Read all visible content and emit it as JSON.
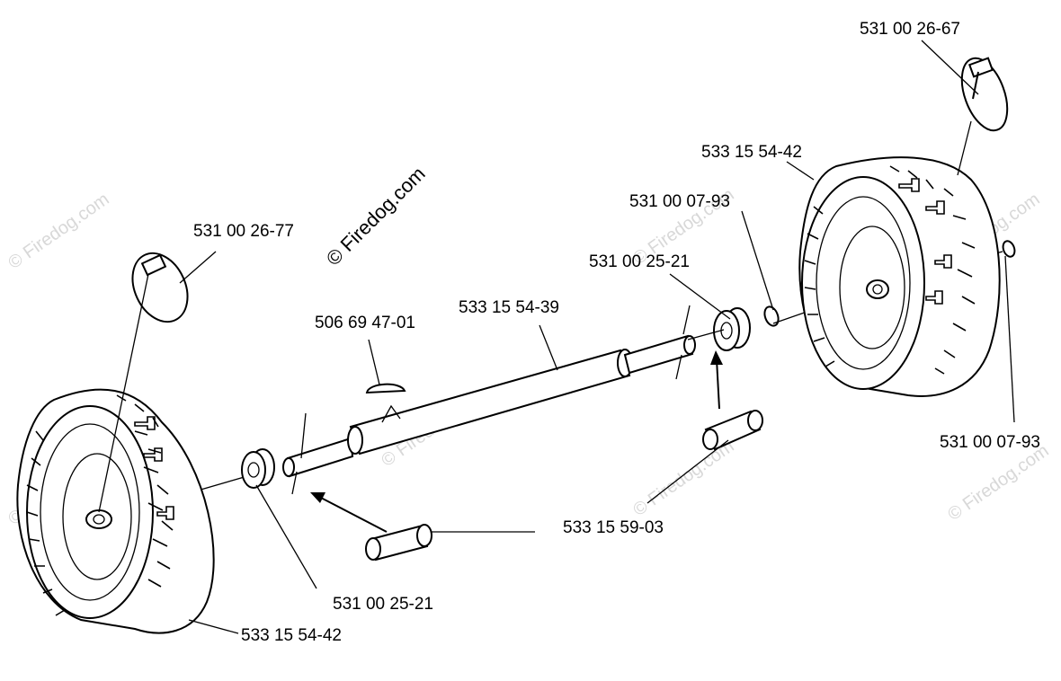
{
  "copyright": "© Firedog.com",
  "watermark": "© Firedog.com",
  "labels": {
    "clip_right": "531 00 26-67",
    "clip_left": "531 00 26-77",
    "wheel_right": "533 15 54-42",
    "wheel_left": "533 15 54-42",
    "washer_right_inner": "531 00 07-93",
    "washer_right_outer": "531 00 07-93",
    "bearing_right": "531 00 25-21",
    "bearing_left": "531 00 25-21",
    "axle": "533 15 54-39",
    "key": "506 69 47-01",
    "sleeve": "533 15 59-03"
  }
}
